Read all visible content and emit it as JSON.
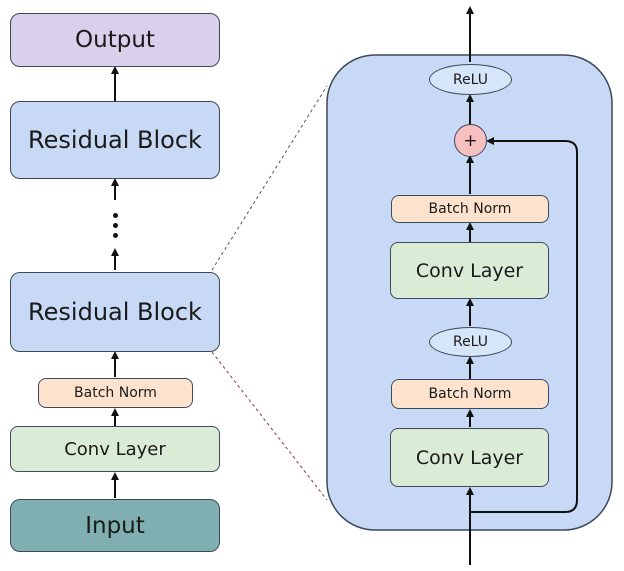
{
  "left_stack": {
    "output": "Output",
    "residual_top": "Residual Block",
    "residual_bottom": "Residual Block",
    "batch_norm": "Batch Norm",
    "conv_layer": "Conv Layer",
    "input": "Input"
  },
  "residual_block_detail": {
    "relu_top": "ReLU",
    "add_symbol": "+",
    "batch_norm_upper": "Batch Norm",
    "conv_layer_upper": "Conv Layer",
    "relu_middle": "ReLU",
    "batch_norm_lower": "Batch Norm",
    "conv_layer_lower": "Conv Layer"
  },
  "colors": {
    "output": "#d9d1eb",
    "residual_block": "#c7d9f5",
    "batch_norm": "#fde3cd",
    "conv_layer": "#dbecd6",
    "input": "#7fafb0",
    "relu": "#d6e6f8",
    "add": "#f6c0c0",
    "detail_panel": "#c7d9f5"
  }
}
